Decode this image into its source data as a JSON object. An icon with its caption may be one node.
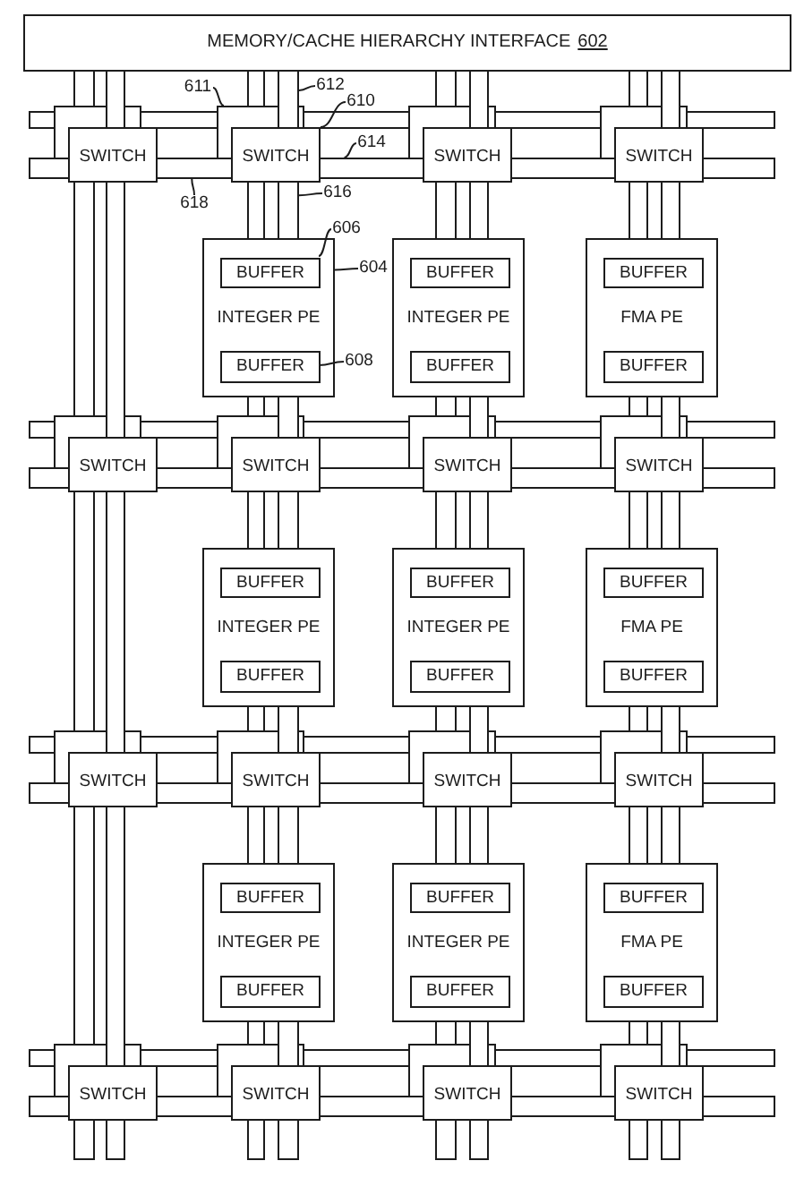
{
  "diagram": {
    "nodes": [
      {
        "text": [
          "MEMORY/CACHE HIERARCHY INTERFACE",
          "602"
        ]
      },
      {
        "text": [
          "611"
        ]
      },
      {
        "text": [
          "612"
        ]
      },
      {
        "text": [
          "610"
        ]
      },
      {
        "text": [
          "SWITCH"
        ]
      },
      {
        "text": [
          "SWITCH"
        ]
      },
      {
        "text": [
          "SWITCH"
        ]
      },
      {
        "text": [
          "SWITCH"
        ]
      },
      {
        "text": [
          "614"
        ]
      },
      {
        "text": [
          "616"
        ]
      },
      {
        "text": [
          "618"
        ]
      },
      {
        "text": [
          "606"
        ]
      },
      {
        "text": [
          "604"
        ]
      },
      {
        "text": [
          "608"
        ]
      },
      {
        "text": [
          "INTEGER PE"
        ]
      },
      {
        "text": [
          "BUFFER"
        ],
        "in": 14
      },
      {
        "text": [
          "BUFFER"
        ],
        "in": 14
      },
      {
        "text": [
          "INTEGER PE"
        ]
      },
      {
        "text": [
          "BUFFER"
        ],
        "in": 17
      },
      {
        "text": [
          "BUFFER"
        ],
        "in": 17
      },
      {
        "text": [
          "FMA PE"
        ]
      },
      {
        "text": [
          "BUFFER"
        ],
        "in": 20
      },
      {
        "text": [
          "BUFFER"
        ],
        "in": 20
      },
      {
        "text": [
          "SWITCH"
        ]
      },
      {
        "text": [
          "SWITCH"
        ]
      },
      {
        "text": [
          "SWITCH"
        ]
      },
      {
        "text": [
          "SWITCH"
        ]
      },
      {
        "text": [
          "INTEGER PE"
        ]
      },
      {
        "text": [
          "BUFFER"
        ],
        "in": 27
      },
      {
        "text": [
          "BUFFER"
        ],
        "in": 27
      },
      {
        "text": [
          "INTEGER PE"
        ]
      },
      {
        "text": [
          "BUFFER"
        ],
        "in": 30
      },
      {
        "text": [
          "BUFFER"
        ],
        "in": 30
      },
      {
        "text": [
          "FMA PE"
        ]
      },
      {
        "text": [
          "BUFFER"
        ],
        "in": 33
      },
      {
        "text": [
          "BUFFER"
        ],
        "in": 33
      },
      {
        "text": [
          "SWITCH"
        ]
      },
      {
        "text": [
          "SWITCH"
        ]
      },
      {
        "text": [
          "SWITCH"
        ]
      },
      {
        "text": [
          "SWITCH"
        ]
      },
      {
        "text": [
          "INTEGER PE"
        ]
      },
      {
        "text": [
          "BUFFER"
        ],
        "in": 40
      },
      {
        "text": [
          "BUFFER"
        ],
        "in": 40
      },
      {
        "text": [
          "INTEGER PE"
        ]
      },
      {
        "text": [
          "BUFFER"
        ],
        "in": 43
      },
      {
        "text": [
          "BUFFER"
        ],
        "in": 43
      },
      {
        "text": [
          "FMA PE"
        ]
      },
      {
        "text": [
          "BUFFER"
        ],
        "in": 46
      },
      {
        "text": [
          "BUFFER"
        ],
        "in": 46
      },
      {
        "text": [
          "SWITCH"
        ]
      },
      {
        "text": [
          "SWITCH"
        ]
      },
      {
        "text": [
          "SWITCH"
        ]
      },
      {
        "text": [
          "SWITCH"
        ]
      },
      {
        "text": [],
        "shape": "bar"
      },
      {
        "text": [],
        "shape": "bar"
      },
      {
        "text": [],
        "shape": "bar"
      },
      {
        "text": [],
        "shape": "bar"
      },
      {
        "text": [],
        "shape": "bar"
      },
      {
        "text": [],
        "shape": "bar"
      },
      {
        "text": [],
        "shape": "bar"
      },
      {
        "text": [],
        "shape": "bar"
      },
      {
        "text": [],
        "shape": "bar"
      },
      {
        "text": [],
        "shape": "bar"
      },
      {
        "text": [],
        "shape": "bar"
      },
      {
        "text": [],
        "shape": "bar"
      },
      {
        "text": [],
        "shape": "bar"
      },
      {
        "text": [],
        "shape": "bar"
      },
      {
        "text": [],
        "shape": "bar"
      },
      {
        "text": [],
        "shape": "bar"
      },
      {
        "text": [],
        "shape": "bar"
      },
      {
        "text": [],
        "shape": "bar"
      },
      {
        "text": [],
        "shape": "bar"
      },
      {
        "text": [],
        "shape": "bar"
      },
      {
        "text": [],
        "shape": "bar"
      },
      {
        "text": [],
        "shape": "bar"
      },
      {
        "text": [],
        "shape": "bar"
      },
      {
        "text": [],
        "shape": "bar"
      },
      {
        "text": [],
        "shape": "bar"
      },
      {
        "text": [],
        "shape": "bar"
      },
      {
        "text": [],
        "shape": "bar"
      },
      {
        "text": [],
        "shape": "bar"
      },
      {
        "text": [],
        "shape": "bar"
      },
      {
        "text": [],
        "shape": "bar"
      },
      {
        "text": [],
        "shape": "bar"
      },
      {
        "text": [],
        "shape": "bar"
      },
      {
        "text": [],
        "shape": "bar"
      },
      {
        "text": [],
        "shape": "bar"
      },
      {
        "text": [],
        "shape": "bar"
      },
      {
        "text": [],
        "shape": "bar"
      },
      {
        "text": [],
        "shape": "bar"
      },
      {
        "text": [],
        "shape": "bar"
      },
      {
        "text": [],
        "shape": "bar"
      },
      {
        "text": [],
        "shape": "bar"
      },
      {
        "text": [],
        "shape": "bar"
      },
      {
        "text": [],
        "shape": "bar"
      },
      {
        "text": [],
        "shape": "bar"
      },
      {
        "text": [],
        "shape": "bar"
      },
      {
        "text": [],
        "shape": "bar"
      },
      {
        "text": [],
        "shape": "bar"
      },
      {
        "text": [],
        "shape": "bar"
      },
      {
        "text": [],
        "shape": "bar"
      },
      {
        "text": [],
        "shape": "bar"
      },
      {
        "text": [],
        "shape": "bar"
      },
      {
        "text": [],
        "shape": "bar"
      },
      {
        "text": [],
        "shape": "bar"
      },
      {
        "text": [],
        "shape": "bar"
      },
      {
        "text": [],
        "shape": "bar"
      },
      {
        "text": [],
        "shape": "bar"
      },
      {
        "text": [],
        "shape": "bar"
      },
      {
        "text": [],
        "shape": "bar"
      },
      {
        "text": [],
        "shape": "bar"
      },
      {
        "text": [],
        "shape": "bar"
      },
      {
        "text": [],
        "shape": "bar"
      },
      {
        "text": [],
        "shape": "bar"
      },
      {
        "text": [],
        "shape": "bar"
      },
      {
        "text": [],
        "shape": "bar"
      },
      {
        "text": [],
        "shape": "bar"
      },
      {
        "text": [],
        "shape": "bar"
      },
      {
        "text": [],
        "shape": "bar"
      },
      {
        "text": [],
        "shape": "bar"
      },
      {
        "text": [],
        "shape": "bar"
      },
      {
        "text": [],
        "shape": "bar"
      },
      {
        "text": [],
        "shape": "bar"
      },
      {
        "text": [],
        "shape": "bar"
      },
      {
        "text": [],
        "shape": "bar"
      },
      {
        "text": [],
        "shape": "bar"
      },
      {
        "text": [],
        "shape": "bar"
      },
      {
        "text": [],
        "shape": "bar"
      },
      {
        "text": [],
        "shape": "bar"
      },
      {
        "text": [],
        "shape": "bar"
      },
      {
        "text": [],
        "shape": "bar"
      },
      {
        "text": [],
        "shape": "bar"
      },
      {
        "text": [],
        "shape": "bar"
      },
      {
        "text": [],
        "shape": "bar"
      },
      {
        "text": [],
        "shape": "bar"
      },
      {
        "text": [],
        "shape": "bar"
      },
      {
        "text": [],
        "shape": "bar"
      },
      {
        "text": [],
        "shape": "bar"
      },
      {
        "text": [],
        "shape": "bar"
      },
      {
        "text": [],
        "shape": "bar"
      },
      {
        "text": [],
        "shape": "bar"
      },
      {
        "text": [],
        "shape": "bar"
      },
      {
        "text": [],
        "shape": "bar"
      },
      {
        "text": [],
        "shape": "bar"
      },
      {
        "text": [],
        "shape": "bar"
      },
      {
        "text": [],
        "shape": "bar"
      },
      {
        "text": [],
        "shape": "bar"
      },
      {
        "text": [],
        "shape": "bar"
      },
      {
        "text": [],
        "shape": "bar"
      },
      {
        "text": [],
        "shape": "bar"
      },
      {
        "text": [],
        "shape": "bar"
      }
    ],
    "edges": [
      {
        "from": 1,
        "to": 5,
        "arrow": "none"
      },
      {
        "from": 2,
        "to": 111,
        "arrow": "none"
      },
      {
        "from": 3,
        "to": 5,
        "arrow": "none"
      },
      {
        "from": 8,
        "to": 60,
        "arrow": "none"
      },
      {
        "from": 9,
        "to": 112,
        "arrow": "none"
      },
      {
        "from": 10,
        "to": 59,
        "arrow": "none"
      },
      {
        "from": 11,
        "to": 15,
        "arrow": "none"
      },
      {
        "from": 12,
        "to": 14,
        "arrow": "none"
      },
      {
        "from": 13,
        "to": 16,
        "arrow": "none"
      }
    ]
  }
}
